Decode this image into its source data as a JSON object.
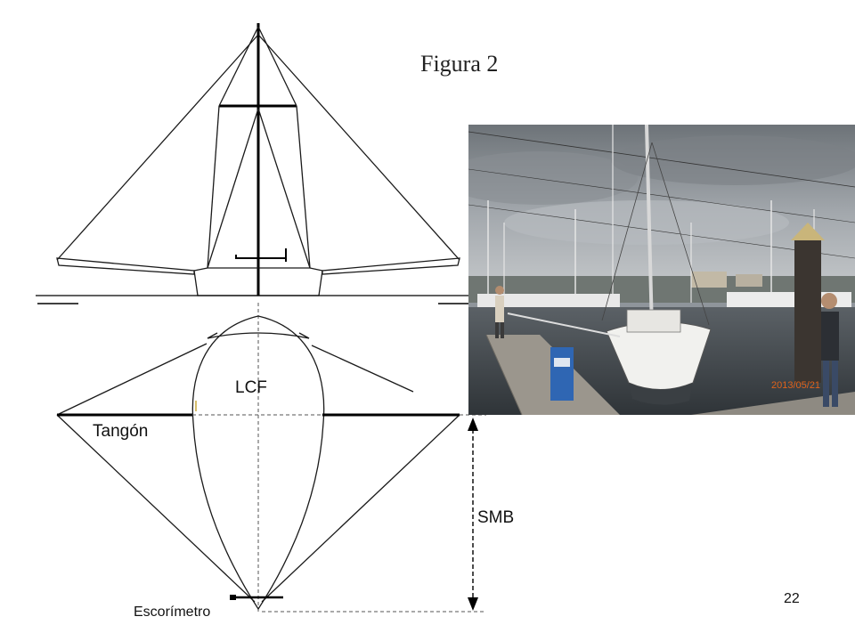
{
  "figure": {
    "title": "Figura 2",
    "labels": {
      "lcf": "LCF",
      "tangon": "Tangón",
      "smb": "SMB",
      "escorimetro": "Escorímetro"
    }
  },
  "photo": {
    "date_stamp": "2013/05/21"
  },
  "page_number": "22",
  "colors": {
    "photo_date": "#e0621a",
    "line": "#1a1a1a",
    "sky": "#9aa0a6"
  }
}
